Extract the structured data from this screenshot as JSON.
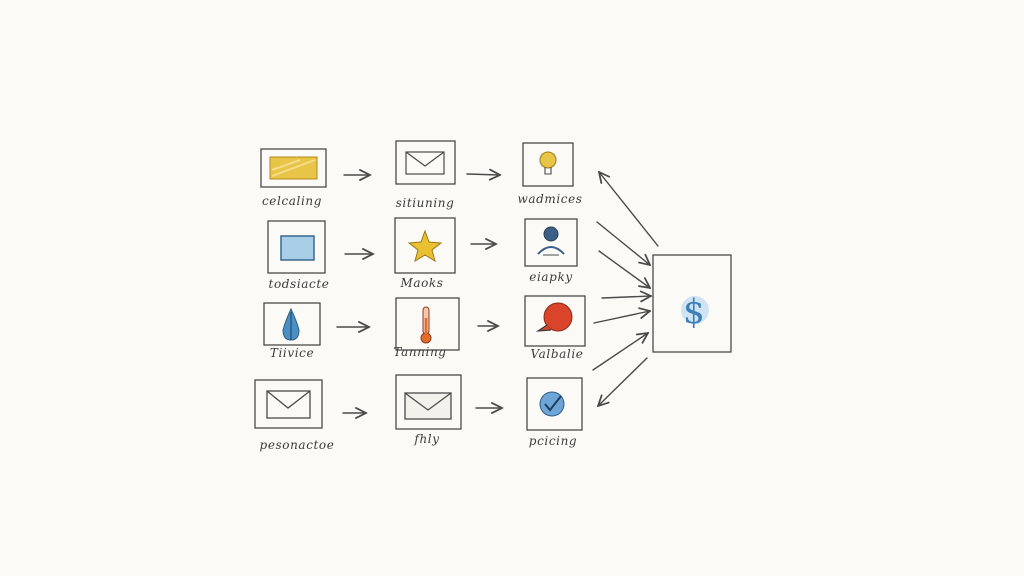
{
  "diagram": {
    "rows": [
      {
        "labels": [
          "celcaling",
          "sitiuning",
          "wadmices"
        ],
        "icons": [
          "yellow-card-icon",
          "envelope-icon",
          "lightbulb-icon"
        ]
      },
      {
        "labels": [
          "todsiacte",
          "Maoks",
          "eiapky"
        ],
        "icons": [
          "blue-square-icon",
          "star-icon",
          "person-icon"
        ]
      },
      {
        "labels": [
          "Tiivice",
          "Tanning",
          "Valbalie"
        ],
        "icons": [
          "water-drop-icon",
          "thermometer-icon",
          "red-speech-bubble-icon"
        ]
      },
      {
        "labels": [
          "pesonactoe",
          "fhly",
          "pcicing"
        ],
        "icons": [
          "envelope-icon",
          "envelope-icon",
          "checkmark-icon"
        ]
      }
    ],
    "hub": {
      "icon": "dollar-sign-icon",
      "glyph": "$"
    },
    "colors": {
      "ink": "#4a4a4a",
      "yellow": "#e8c547",
      "blue": "#4a90c4",
      "light_blue": "#a9cfe8",
      "red": "#d9442b",
      "orange": "#e36b2d"
    }
  }
}
